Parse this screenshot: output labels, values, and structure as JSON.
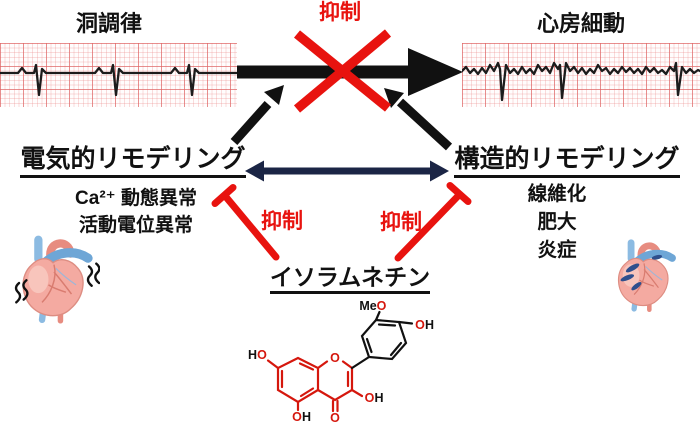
{
  "colors": {
    "accent_red": "#e8130f",
    "arrow_navy": "#1b2545",
    "ink_black": "#111111",
    "ecg_grid_pink": "#e68c8c"
  },
  "states": {
    "sinus_rhythm": "洞調律",
    "atrial_fibrillation": "心房細動"
  },
  "inhibition": {
    "top": "抑制",
    "left": "抑制",
    "right": "抑制"
  },
  "electrical_remodeling": {
    "title": "電気的リモデリング",
    "items": [
      "Ca²⁺ 動態異常",
      "活動電位異常"
    ]
  },
  "structural_remodeling": {
    "title": "構造的リモデリング",
    "items": [
      "線維化",
      "肥大",
      "炎症"
    ]
  },
  "compound": {
    "name": "イソラムネチン"
  },
  "molecule": {
    "o": "O",
    "h": "H",
    "me": "Me"
  }
}
